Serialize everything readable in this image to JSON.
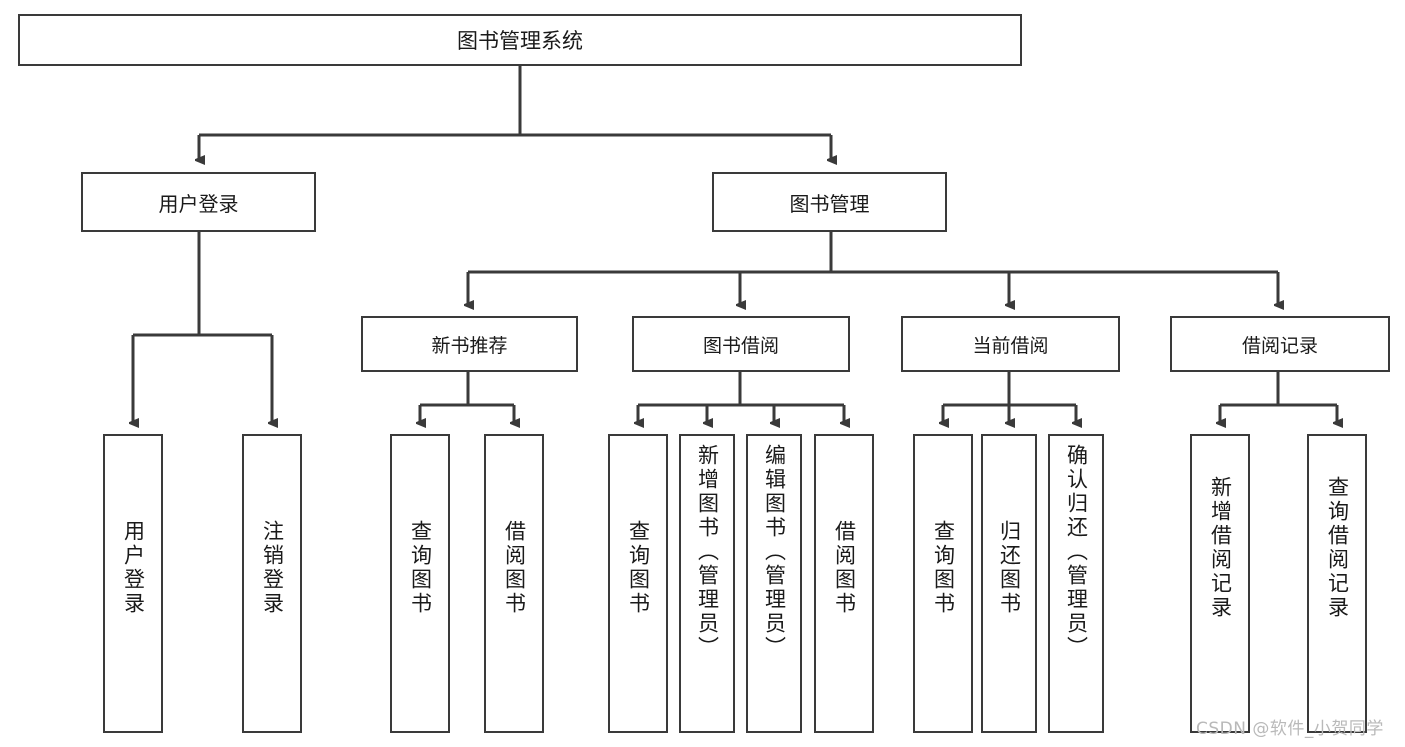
{
  "diagram": {
    "title": "图书管理系统",
    "type": "tree-hierarchy-diagram",
    "root": {
      "label": "图书管理系统"
    },
    "level2": [
      {
        "id": "user-login",
        "label": "用户登录"
      },
      {
        "id": "book-management",
        "label": "图书管理"
      }
    ],
    "level3": [
      {
        "id": "new-book-recommend",
        "label": "新书推荐"
      },
      {
        "id": "book-borrow",
        "label": "图书借阅"
      },
      {
        "id": "current-borrow",
        "label": "当前借阅"
      },
      {
        "id": "borrow-record",
        "label": "借阅记录"
      }
    ],
    "leaves": [
      {
        "id": "user-login-leaf",
        "label": "用户登录",
        "parent": "user-login"
      },
      {
        "id": "logout-leaf",
        "label": "注销登录",
        "parent": "user-login"
      },
      {
        "id": "query-book-1",
        "label": "查询图书",
        "parent": "new-book-recommend"
      },
      {
        "id": "borrow-book-1",
        "label": "借阅图书",
        "parent": "new-book-recommend"
      },
      {
        "id": "query-book-2",
        "label": "查询图书",
        "parent": "book-borrow"
      },
      {
        "id": "add-book",
        "label": "新增图书（管理员）",
        "parent": "book-borrow"
      },
      {
        "id": "edit-book",
        "label": "编辑图书（管理员）",
        "parent": "book-borrow"
      },
      {
        "id": "borrow-book-2",
        "label": "借阅图书",
        "parent": "book-borrow"
      },
      {
        "id": "query-book-3",
        "label": "查询图书",
        "parent": "current-borrow"
      },
      {
        "id": "return-book",
        "label": "归还图书",
        "parent": "current-borrow"
      },
      {
        "id": "confirm-return",
        "label": "确认归还（管理员）",
        "parent": "current-borrow"
      },
      {
        "id": "add-borrow-record",
        "label": "新增借阅记录",
        "parent": "borrow-record"
      },
      {
        "id": "query-borrow-record",
        "label": "查询借阅记录",
        "parent": "borrow-record"
      }
    ]
  },
  "watermark": {
    "text": "CSDN @软件_小贺同学"
  },
  "colors": {
    "stroke": "#3a3a3a",
    "background": "#ffffff",
    "text": "#1a1a1a",
    "watermark": "#b9b9b9"
  }
}
